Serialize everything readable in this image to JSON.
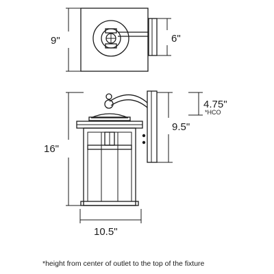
{
  "dimensions": {
    "top_depth": "9\"",
    "top_backplate": "6\"",
    "height": "16\"",
    "outlet_to_top": "4.75\"",
    "hco_mark": "*HCO",
    "backplate_height": "9.5\"",
    "width": "10.5\""
  },
  "footnote": "*height from center of outlet to the top of the fixture"
}
